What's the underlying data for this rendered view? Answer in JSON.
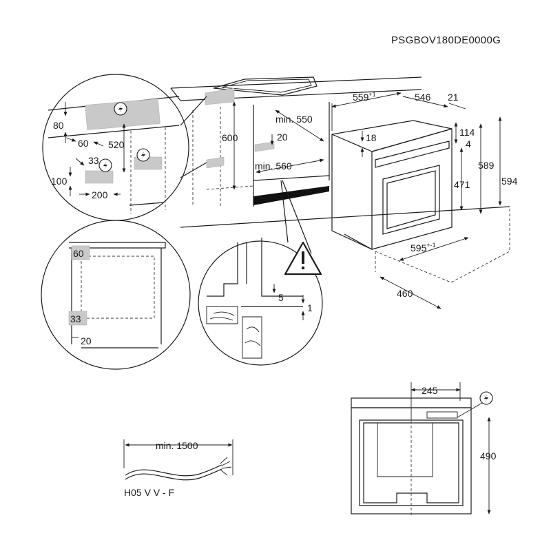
{
  "model_code": "PSGBOV180DE0000G",
  "labels": {
    "d559": "559",
    "d559_tol": "+1",
    "d546": "546",
    "d21": "21",
    "d18": "18",
    "d114": "114",
    "d4": "4",
    "d589": "589",
    "d594": "594",
    "d471": "471",
    "d595": "595",
    "d595_tol": "+-1",
    "d460": "460",
    "min550": "min. 550",
    "d20_top": "20",
    "min560": "min. 560",
    "d600": "600",
    "d80": "80",
    "d60_detail": "60",
    "d520": "520",
    "d33_detail": "33",
    "d100": "100",
    "d200": "200",
    "d60_zone": "60",
    "d33_zone": "33",
    "d20_zone": "20",
    "d5": "5",
    "d1": "1",
    "d245": "245",
    "d490": "490",
    "min1500": "min. 1500",
    "cable_type": "H05 V V - F"
  },
  "colors": {
    "line": "#1a1a1a",
    "zone_fill": "#c9c9c9",
    "floor_fill": "#111111"
  },
  "icons": [
    "electrical-hazard-icon",
    "warning-triangle-icon"
  ]
}
